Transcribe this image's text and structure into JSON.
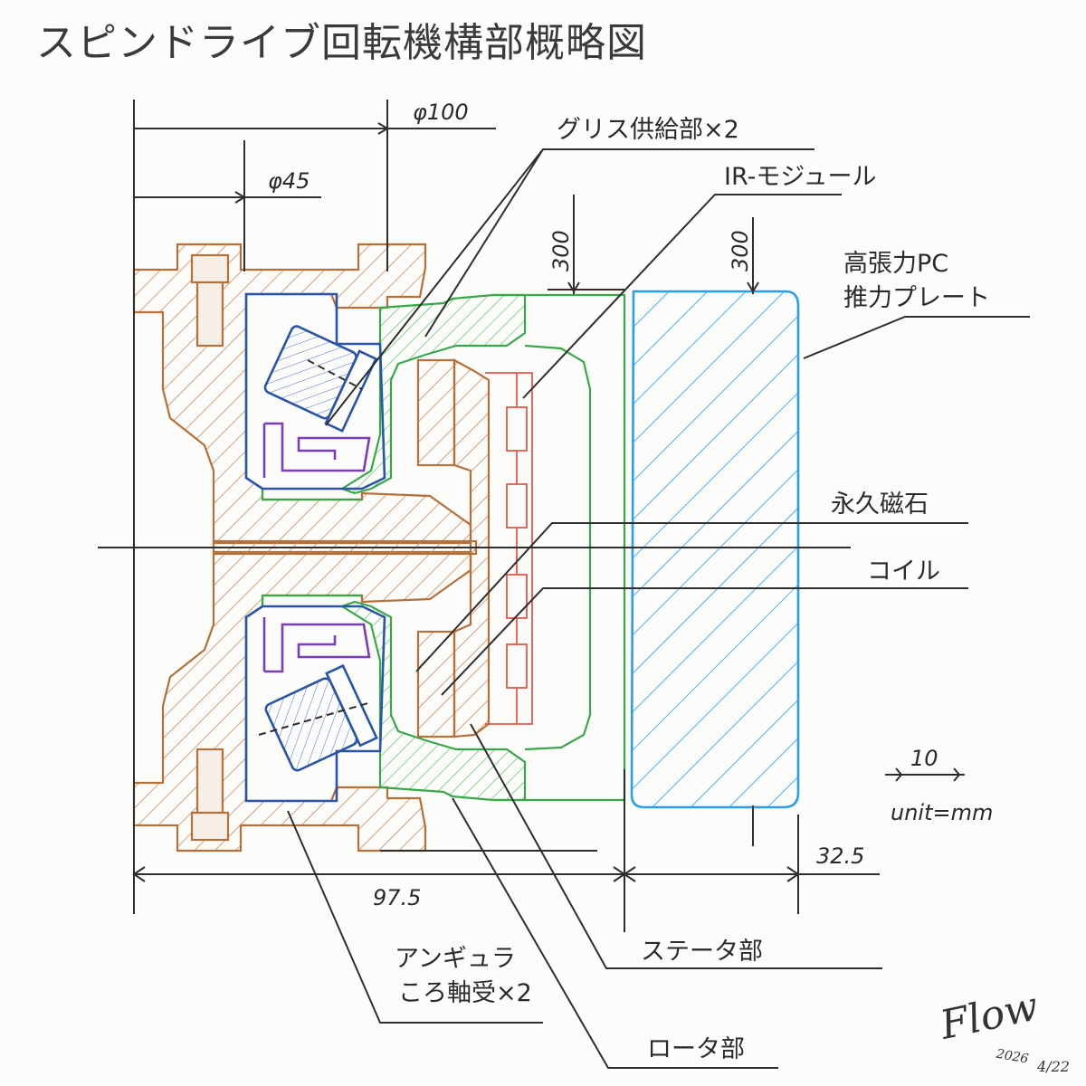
{
  "title": "スピンドライブ回転機構部概略図",
  "labels": {
    "grease": "グリス供給部×2",
    "ir_module": "IR-モジュール",
    "plate_line1": "高張力PC",
    "plate_line2": "推力プレート",
    "magnet": "永久磁石",
    "coil": "コイル",
    "stator": "ステータ部",
    "rotor": "ロータ部",
    "bearing_line1": "アンギュラ",
    "bearing_line2": "ころ軸受×2"
  },
  "dimensions": {
    "phi100": "φ100",
    "phi45": "φ45",
    "d300_left": "300",
    "d300_right": "300",
    "d975": "97.5",
    "d325": "32.5",
    "scale": "10",
    "unit": "unit=mm"
  },
  "signature": {
    "name": "Flow",
    "date_year": "2026",
    "date_md": "4/22"
  },
  "colors": {
    "housing": "#b5703a",
    "rotor": "#3aa64a",
    "bearing": "#2a54a8",
    "grease": "#7a3fb8",
    "coil": "#e05a4a",
    "plate": "#2a9ee8",
    "ink": "#2e2e2e"
  }
}
